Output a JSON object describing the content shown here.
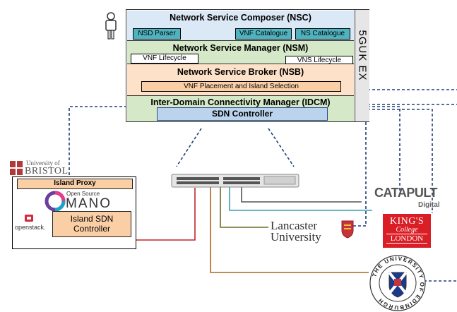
{
  "stack": {
    "nsc": {
      "title": "Network Service Composer (NSC)",
      "chips": [
        "NSD Parser",
        "VNF Catalogue",
        "NS Catalogue"
      ],
      "color": "#dbe8f5"
    },
    "nsm": {
      "title": "Network Service Manager (NSM)",
      "chips": [
        "VNF Lifecycle",
        "VNS Lifecycle"
      ],
      "color": "#d5e8c7"
    },
    "nsb": {
      "title": "Network Service Broker (NSB)",
      "chip": "VNF Placement and Island Selection",
      "color": "#fde2c9"
    },
    "idcm": {
      "title": "Inter-Domain Connectivity Manager (IDCM)",
      "chip": "SDN Controller",
      "color": "#d5e8c7"
    },
    "side_label": "5GUK EX"
  },
  "bristol": {
    "logo_line1": "University of",
    "logo_line2": "BRISTOL",
    "island_proxy": "Island Proxy",
    "mano_top": "Open Source",
    "mano": "MANO",
    "sdn_line1": "Island SDN",
    "sdn_line2": "Controller",
    "openstack": "openstack."
  },
  "partners": {
    "catapult": "CATAPULT",
    "catapult_sub": "Digital",
    "lancaster_1": "Lancaster",
    "lancaster_2": "University",
    "kings_1": "KING'S",
    "kings_2": "College",
    "kings_3": "LONDON",
    "edinburgh_ring": "THE UNIVERSITY OF EDINBURGH"
  },
  "colors": {
    "dash_blue": "#1f3d7a",
    "red_link": "#c0262c",
    "teal_link": "#3aa0b6",
    "gray_link": "#555555",
    "olive_link": "#6b6b2a",
    "brown_link": "#b0661d",
    "sdn_blue": "#bcd3ee"
  },
  "icons": [
    "person-icon",
    "switch-icon",
    "openstack-icon",
    "lancaster-crest-icon",
    "edinburgh-crest-icon",
    "bristol-crest-icon",
    "mano-logo-icon"
  ]
}
